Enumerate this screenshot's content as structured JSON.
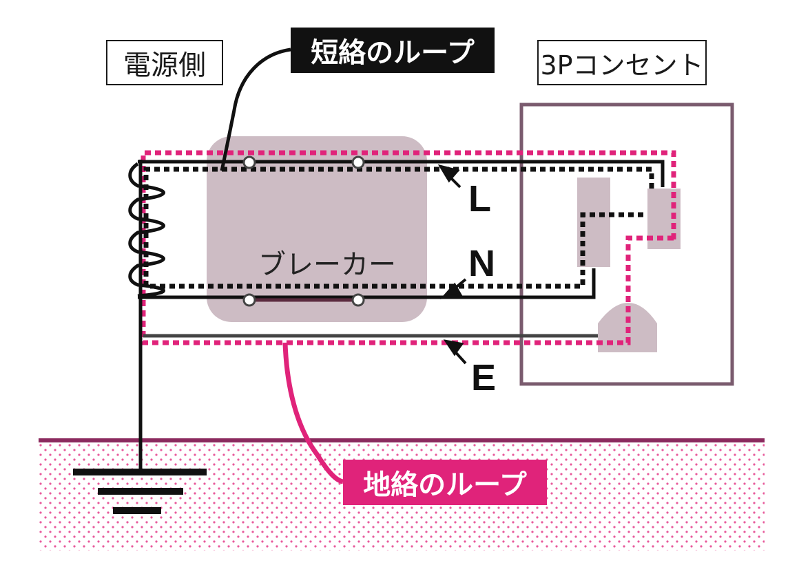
{
  "labels": {
    "power_side": "電源側",
    "outlet": "3Pコンセント",
    "short_loop": "短絡のループ",
    "ground_loop": "地絡のループ",
    "breaker": "ブレーカー",
    "wire_L": "L",
    "wire_N": "N",
    "wire_E": "E"
  },
  "colors": {
    "wire": "#111111",
    "ground_loop": "#e0237a",
    "breaker_fill": "#cdbcc4",
    "outlet_frame": "#7a5b6e",
    "earth_line": "#8b2a5e",
    "earth_dots": "#e0237a"
  }
}
